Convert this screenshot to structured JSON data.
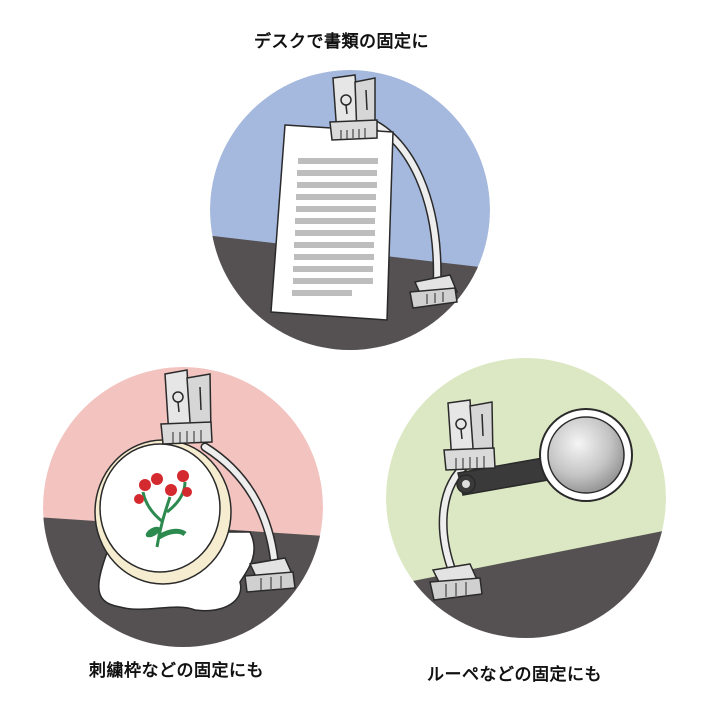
{
  "captions": {
    "desk_documents": "デスクで書類の固定に",
    "embroidery_hoop": "刺繍枠などの固定にも",
    "magnifier": "ルーペなどの固定にも"
  },
  "colors": {
    "circle_blue": "#a5b8dd",
    "circle_pink": "#f2c3bf",
    "circle_green": "#dce8c4",
    "desk_dark": "#555152",
    "clip_gray": "#dcdcdc",
    "outline": "#2a2a2a",
    "flower_red": "#d42a2f",
    "leaf_green": "#2c8a4f"
  },
  "icons": {
    "clip": "metal-clip-icon",
    "gooseneck": "gooseneck-arm",
    "magnifier": "magnifier-icon"
  }
}
